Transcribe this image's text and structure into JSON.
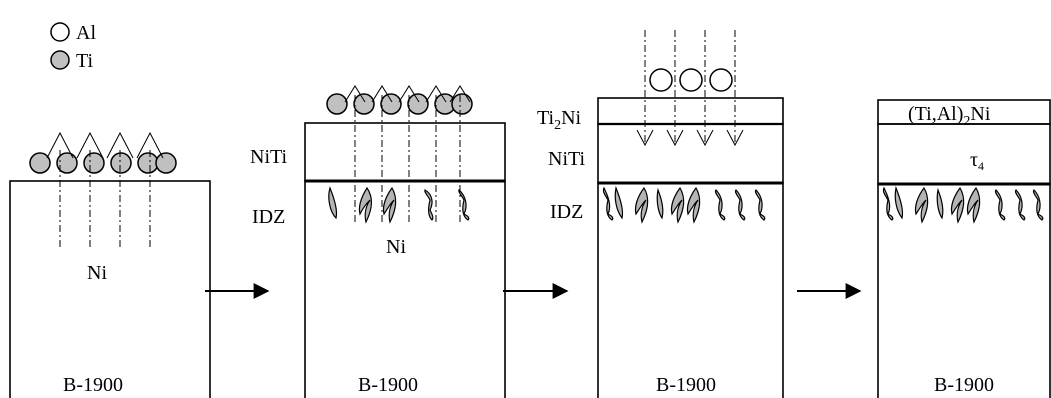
{
  "legend": {
    "al": "Al",
    "ti": "Ti"
  },
  "stage1": {
    "substrate": "Ni",
    "base": "B-1900"
  },
  "stage2": {
    "layer": "NiTi",
    "idz": "IDZ",
    "substrate": "Ni",
    "base": "B-1900"
  },
  "stage3": {
    "top_layer_prefix": "Ti",
    "top_layer_sub": "2",
    "top_layer_suffix": "Ni",
    "layer": "NiTi",
    "idz": "IDZ",
    "base": "B-1900"
  },
  "stage4": {
    "top_layer_prefix": "(Ti,Al)",
    "top_layer_sub": "2",
    "top_layer_suffix": "Ni",
    "layer_prefix": "τ",
    "layer_sub": "4",
    "base": "B-1900"
  }
}
